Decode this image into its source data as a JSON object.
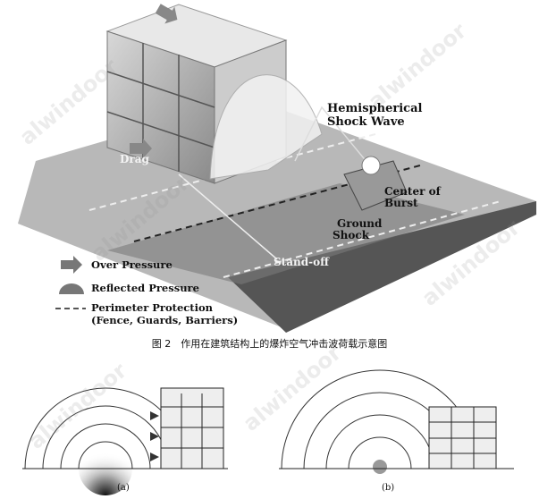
{
  "figure2": {
    "labels": {
      "hemispherical": "Hemispherical",
      "shock_wave": "Shock Wave",
      "drag": "Drag",
      "center_of": "Center of",
      "burst": "Burst",
      "ground": "Ground",
      "shock": "Shock",
      "standoff": "Stand-off"
    },
    "legend": {
      "over_pressure": "Over Pressure",
      "reflected_pressure": "Reflected Pressure",
      "perimeter_protection": "Perimeter Protection",
      "perimeter_detail": "(Fence, Guards, Barriers)"
    },
    "caption": "图 2　作用在建筑结构上的爆炸空气冲击波荷载示意图"
  },
  "subfigures": {
    "a": "(a)",
    "b": "(b)"
  },
  "watermark": "alwindoor"
}
